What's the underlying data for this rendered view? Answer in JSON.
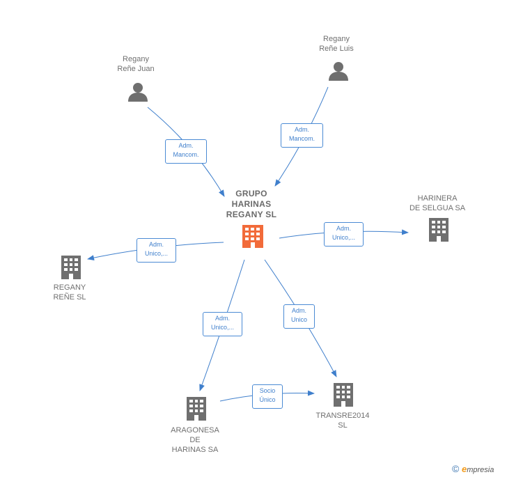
{
  "nodes": {
    "person_juan": {
      "lines": [
        "Regany",
        "Reñe Juan"
      ]
    },
    "person_luis": {
      "lines": [
        "Regany",
        "Reñe Luis"
      ]
    },
    "center": {
      "lines": [
        "GRUPO",
        "HARINAS",
        "REGANY  SL"
      ]
    },
    "harinera": {
      "lines": [
        "HARINERA",
        "DE SELGUA SA"
      ]
    },
    "regany_rene": {
      "lines": [
        "REGANY",
        "REÑE  SL"
      ]
    },
    "aragonesa": {
      "lines": [
        "ARAGONESA",
        "DE",
        "HARINAS SA"
      ]
    },
    "transre": {
      "lines": [
        "TRANSRE2014",
        "SL"
      ]
    }
  },
  "edges": {
    "juan_center": {
      "lines": [
        "Adm.",
        "Mancom."
      ]
    },
    "luis_center": {
      "lines": [
        "Adm.",
        "Mancom."
      ]
    },
    "center_harinera": {
      "lines": [
        "Adm.",
        "Unico,..."
      ]
    },
    "center_regany": {
      "lines": [
        "Adm.",
        "Unico,..."
      ]
    },
    "center_aragonesa": {
      "lines": [
        "Adm.",
        "Unico,..."
      ]
    },
    "center_transre": {
      "lines": [
        "Adm.",
        "Unico"
      ]
    },
    "aragonesa_transre": {
      "lines": [
        "Socio",
        "Único"
      ]
    }
  },
  "brand": {
    "copyright": "©",
    "e": "e",
    "rest": "mpresia"
  },
  "colors": {
    "edge": "#3f7fcc",
    "person": "#6f6f6f",
    "company": "#6f6f6f",
    "center": "#f26b3a"
  },
  "icons": {
    "person": "person-icon",
    "company": "building-icon",
    "center": "building-icon"
  }
}
